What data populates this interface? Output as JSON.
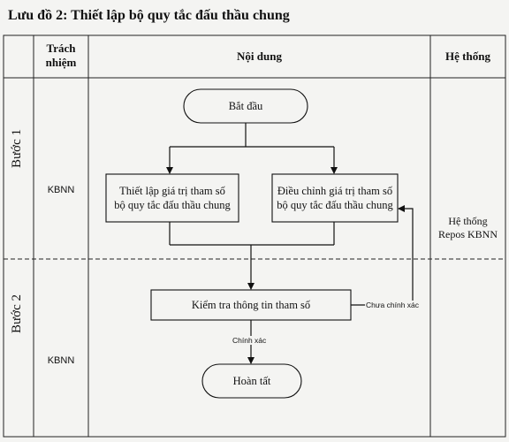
{
  "title": "Lưu đồ 2: Thiết lập bộ quy tắc đấu thầu chung",
  "headers": {
    "responsibility_line1": "Trách",
    "responsibility_line2": "nhiệm",
    "content": "Nội dung",
    "system": "Hệ thống"
  },
  "steps": {
    "step1": "Bước 1",
    "step2": "Bước 2"
  },
  "responsibility": {
    "step1": "KBNN",
    "step2": "KBNN"
  },
  "system": {
    "line1": "Hệ thống",
    "line2": "Repos KBNN"
  },
  "nodes": {
    "start": "Bắt đầu",
    "setup_line1": "Thiết lập giá trị tham số",
    "setup_line2": "bộ quy tắc đấu thầu chung",
    "adjust_line1": "Điều chỉnh giá trị tham số",
    "adjust_line2": "bộ quy tắc đấu thầu chung",
    "check": "Kiểm tra thông tin tham số",
    "end": "Hoàn tất"
  },
  "edge_labels": {
    "incorrect": "Chưa chính xác",
    "correct": "Chính xác"
  }
}
